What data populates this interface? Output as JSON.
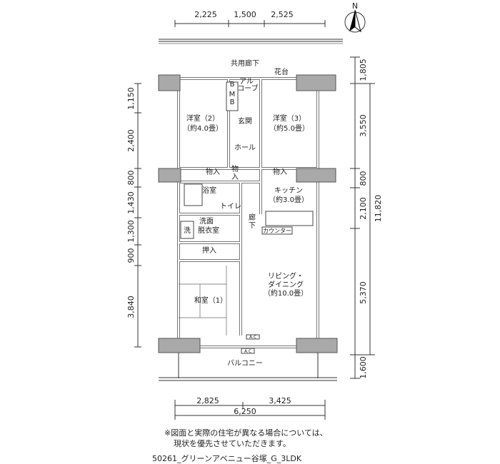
{
  "north": "N",
  "dims_top": [
    "2,225",
    "1,500",
    "2,525"
  ],
  "dims_bottom": [
    "2,825",
    "3,425",
    "6,250"
  ],
  "dims_left": [
    "1,150",
    "2,400",
    "800",
    "1,430",
    "1,300",
    "900",
    "3,840"
  ],
  "dims_right": [
    "1,805",
    "3,550",
    "800",
    "2,100",
    "5,370",
    "1,600"
  ],
  "dims_right_total": "11,820",
  "rooms": {
    "corridor": "共用廊下",
    "planter": "花台",
    "alcove_1": "アル",
    "alcove_2": "コーブ",
    "mb_1": "B",
    "mb_2": "M",
    "mb_3": "B",
    "western2_name": "洋室（2）",
    "western2_size": "（約4.0畳）",
    "entrance": "玄関",
    "western3_name": "洋室（3）",
    "western3_size": "（約5.0畳）",
    "hall": "ホール",
    "storage_left": "物入",
    "storage_mid_1": "物",
    "storage_mid_2": "入",
    "storage_right": "物入",
    "bath": "浴室",
    "toilet": "トイレ",
    "kitchen_name": "キッチン",
    "kitchen_size": "（約3.0畳）",
    "hallway_1": "廊",
    "hallway_2": "下",
    "washroom_1": "洗面",
    "washroom_2": "脱衣室",
    "washer": "洗",
    "counter": "カウンター",
    "closet": "押入",
    "living_1": "リビング・",
    "living_2": "ダイニング",
    "living_3": "（約10.0畳）",
    "japanese": "和室（1）",
    "ac_1": "A.C",
    "ac_2": "A.C",
    "balcony": "バルコニー"
  },
  "notes": {
    "line1": "※図面と実際の住宅が異なる場合については、",
    "line2": "現状を優先させていただきます。",
    "caption": "50261_グリーンアベニュー谷塚_G_3LDK"
  }
}
